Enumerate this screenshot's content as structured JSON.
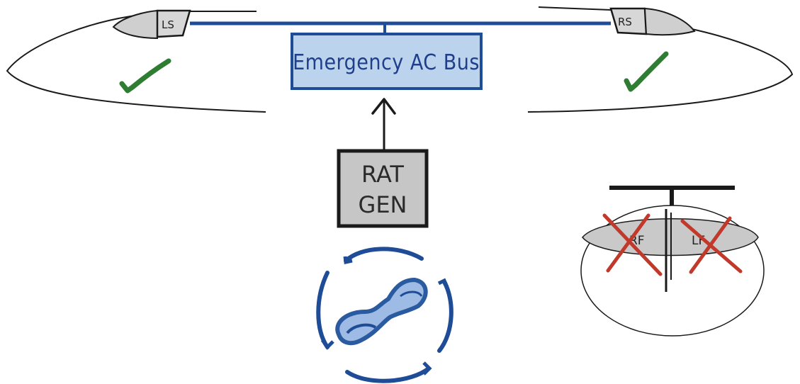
{
  "diagram": {
    "bus": {
      "label": "Emergency AC Bus"
    },
    "generator": {
      "line1": "RAT",
      "line2": "GEN"
    },
    "left_engine": {
      "label": "LS",
      "status": "ok"
    },
    "right_engine": {
      "label": "RS",
      "status": "ok"
    },
    "fuel_tank": {
      "left_pump": {
        "label": "RF",
        "status": "failed"
      },
      "right_pump": {
        "label": "LF",
        "status": "failed"
      }
    },
    "colors": {
      "bus_line": "#1f4c96",
      "bus_fill": "#bcd3ee",
      "generator_fill": "#c6c6c6",
      "check": "#2e7d32",
      "cross": "#c0392b",
      "rat_circle": "#1f4c96",
      "propeller": "#2a5aa0"
    }
  }
}
